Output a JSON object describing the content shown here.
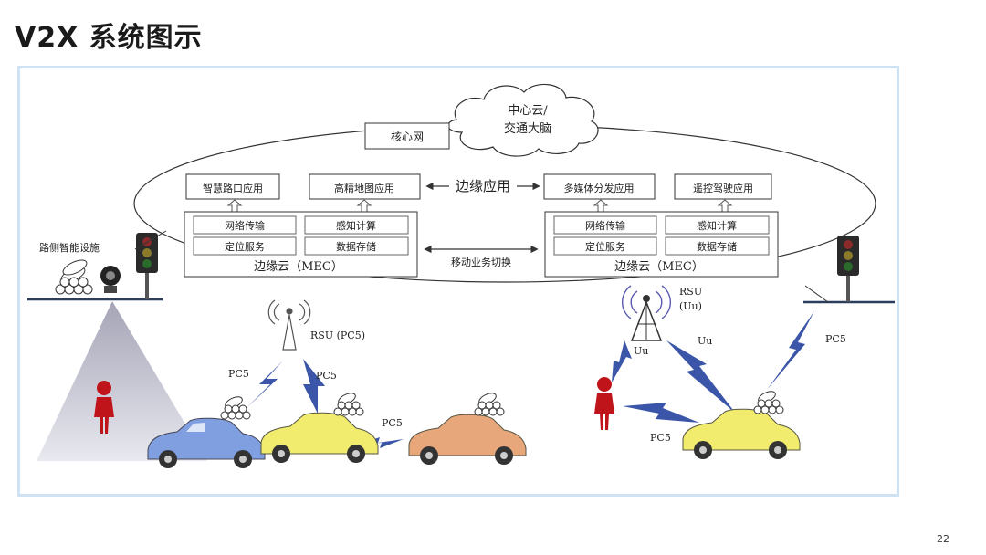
{
  "slide": {
    "title": "V2X 系统图示",
    "page_number": "22"
  },
  "diagram": {
    "cloud_line1": "中心云/",
    "cloud_line2": "交通大脑",
    "core_network": "核心网",
    "edge_app_label": "边缘应用",
    "apps_left": [
      "智慧路口应用",
      "高精地图应用"
    ],
    "apps_right": [
      "多媒体分发应用",
      "遥控驾驶应用"
    ],
    "mec_functions": [
      "网络传输",
      "感知计算",
      "定位服务",
      "数据存储"
    ],
    "mec_label": "边缘云（MEC）",
    "handover_label": "移动业务切换",
    "roadside_label": "路侧智能设施",
    "rsu_left": "RSU (PC5)",
    "rsu_right_line1": "RSU",
    "rsu_right_line2": "(Uu)",
    "pc5": "PC5",
    "uu": "Uu"
  },
  "colors": {
    "blue_car": "#7f9fe0",
    "yellow_car": "#f1ec6e",
    "orange_car": "#e8a77a",
    "lightning": "#3b55a8",
    "pedestrian": "#c0141b",
    "frame_border": "#cfe2f3"
  }
}
